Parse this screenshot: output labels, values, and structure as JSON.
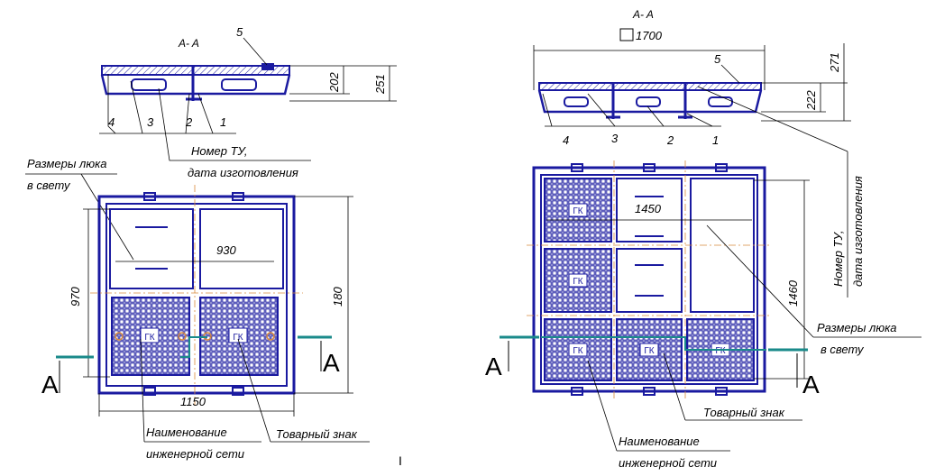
{
  "left": {
    "section_title": "A- A",
    "callouts": [
      "4",
      "3",
      "2",
      "1",
      "5"
    ],
    "dim_202": "202",
    "dim_251": "251",
    "note_tu_1": "Номер ТУ,",
    "note_tu_2": "дата изготовления",
    "note_clear_1": "Размеры люка",
    "note_clear_2": "в свету",
    "dim_930": "930",
    "dim_970": "970",
    "dim_1150": "1150",
    "dim_180": "180",
    "section_mark": "A",
    "note_net_1": "Наименование",
    "note_net_2": "инженерной сети",
    "note_trademark": "Товарный знак",
    "cover_mark": "ГК"
  },
  "right": {
    "section_title": "A- A",
    "square_size": "1700",
    "callouts": [
      "4",
      "3",
      "2",
      "1",
      "5"
    ],
    "dim_222": "222",
    "dim_271": "271",
    "note_tu_1": "Номер ТУ,",
    "note_tu_2": "дата изготовления",
    "dim_1450": "1450",
    "dim_1460": "1460",
    "note_clear_1": "Размеры люка",
    "note_clear_2": "в свету",
    "section_mark": "A",
    "note_trademark": "Товарный знак",
    "note_net_1": "Наименование",
    "note_net_2": "инженерной сети",
    "cover_mark": "ГК"
  },
  "roman_numeral": "I"
}
